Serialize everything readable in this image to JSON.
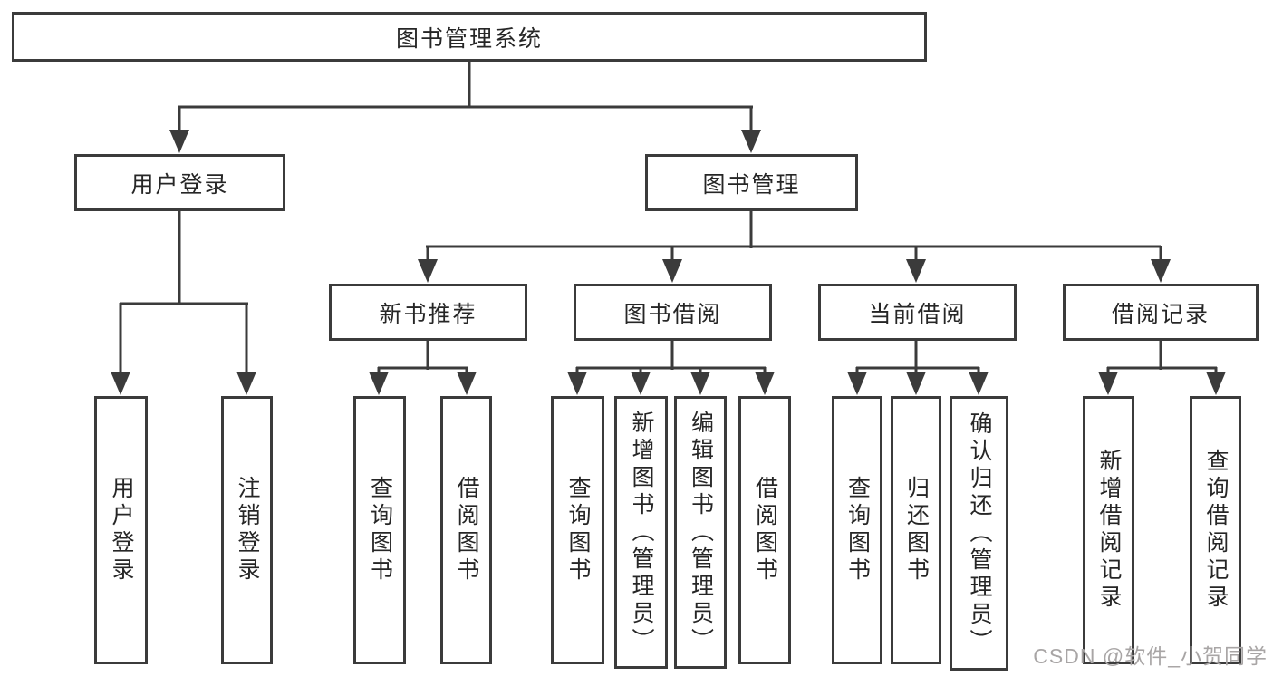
{
  "tree": {
    "label": "图书管理系统",
    "children": [
      {
        "label": "用户登录",
        "children": [
          {
            "label": "用户登录"
          },
          {
            "label": "注销登录"
          }
        ]
      },
      {
        "label": "图书管理",
        "children": [
          {
            "label": "新书推荐",
            "children": [
              {
                "label": "查询图书"
              },
              {
                "label": "借阅图书"
              }
            ]
          },
          {
            "label": "图书借阅",
            "children": [
              {
                "label": "查询图书"
              },
              {
                "label": "新增图书（管理员）"
              },
              {
                "label": "编辑图书（管理员）"
              },
              {
                "label": "借阅图书"
              }
            ]
          },
          {
            "label": "当前借阅",
            "children": [
              {
                "label": "查询图书"
              },
              {
                "label": "归还图书"
              },
              {
                "label": "确认归还（管理员）"
              }
            ]
          },
          {
            "label": "借阅记录",
            "children": [
              {
                "label": "新增借阅记录"
              },
              {
                "label": "查询借阅记录"
              }
            ]
          }
        ]
      }
    ]
  },
  "colors": {
    "line": "#3b3b3b",
    "text": "#262626",
    "background": "#ffffff",
    "watermark": "#a8a5a5"
  },
  "watermark": "CSDN @软件_小贺同学"
}
